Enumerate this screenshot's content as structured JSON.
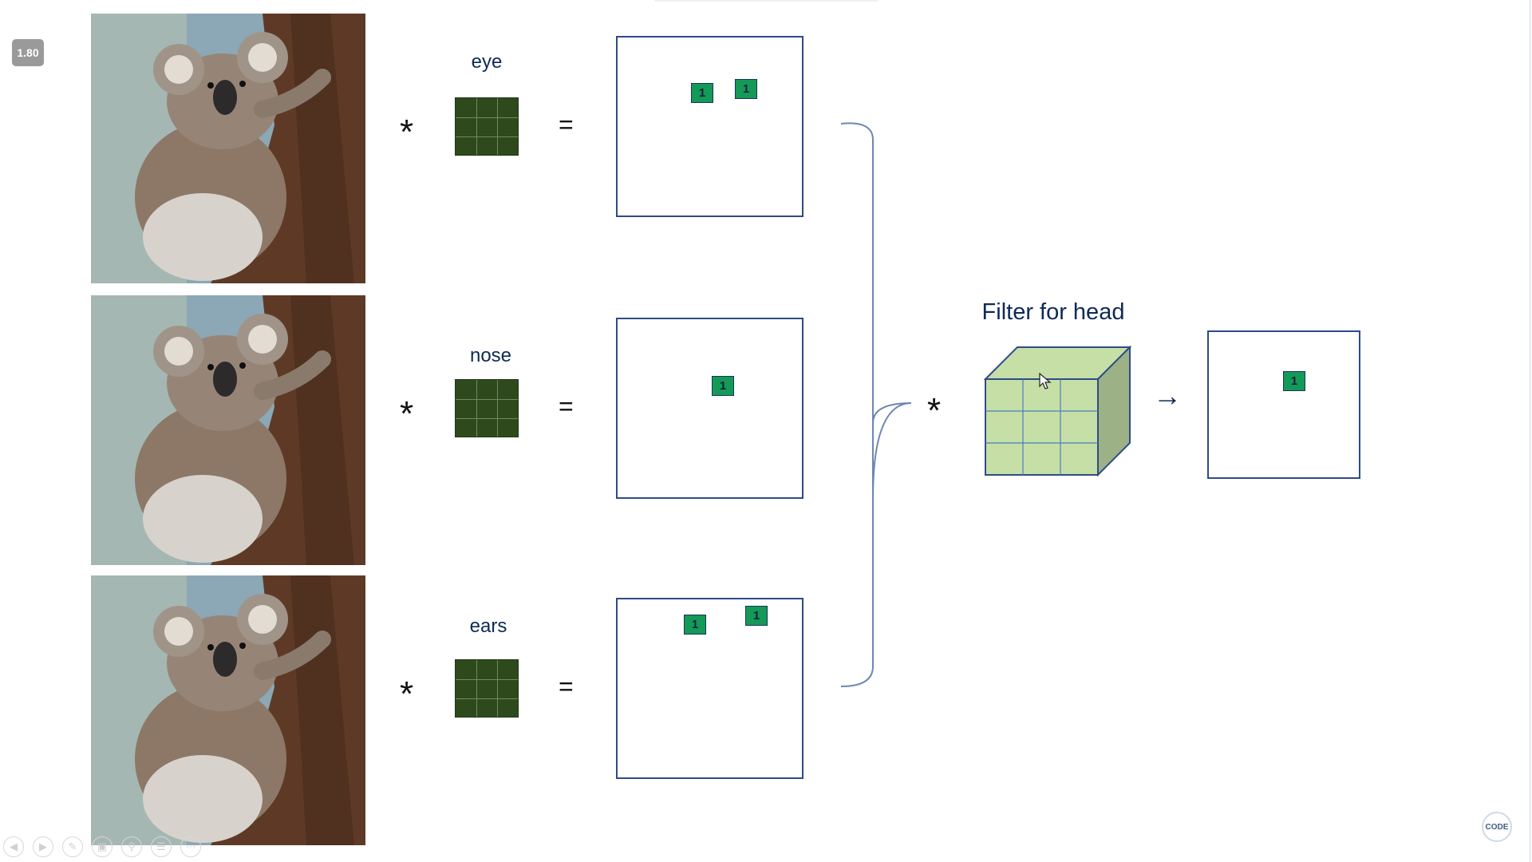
{
  "zoom": "1.80",
  "rows": [
    {
      "feature": "eye",
      "operator": "*",
      "equals": "=",
      "cells": [
        "1",
        "1"
      ]
    },
    {
      "feature": "nose",
      "operator": "*",
      "equals": "=",
      "cells": [
        "1"
      ]
    },
    {
      "feature": "ears",
      "operator": "*",
      "equals": "=",
      "cells": [
        "1",
        "1"
      ]
    }
  ],
  "head": {
    "operator": "*",
    "title": "Filter for head",
    "arrow": "→",
    "cells": [
      "1"
    ]
  },
  "controls": [
    "previous-icon",
    "next-icon",
    "pen-icon",
    "slides-icon",
    "zoom-icon",
    "menu-icon",
    "more-icon"
  ],
  "logo": "CODE",
  "colors": {
    "navy": "#0e2a55",
    "frame": "#2f4b87",
    "kernel": "#2e4a1c",
    "cell": "#159957",
    "cube": "#c6dfa6"
  }
}
